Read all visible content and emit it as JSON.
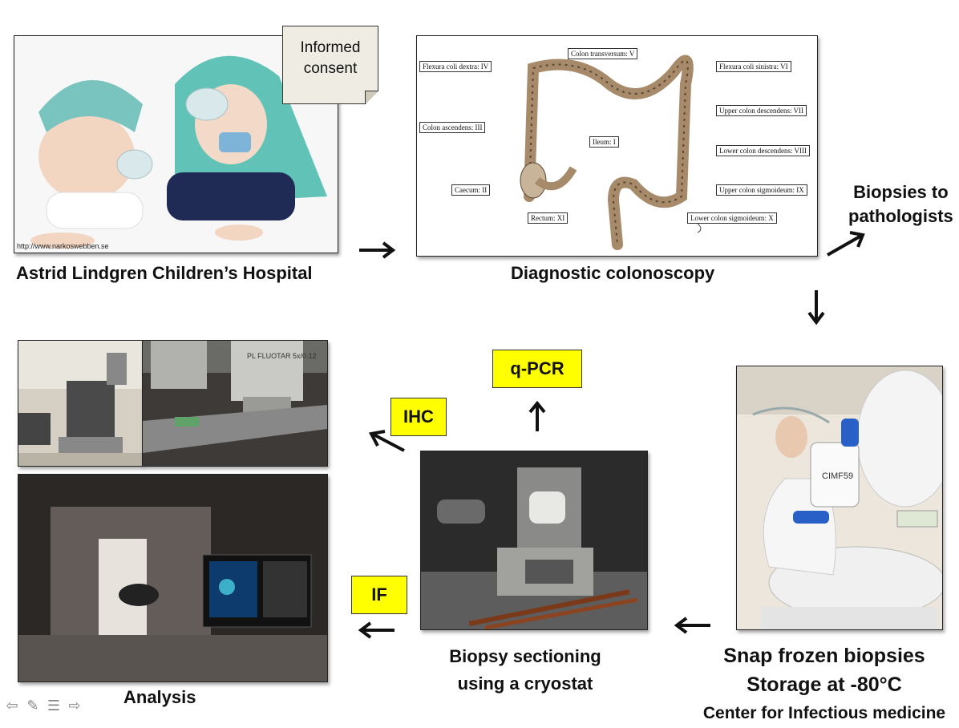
{
  "captions": {
    "hospital": "Astrid Lindgren Children’s Hospital",
    "colonoscopy": "Diagnostic colonoscopy",
    "biopsies_line1": "Biopsies to",
    "biopsies_line2": "pathologists",
    "snap_line1": "Snap frozen biopsies",
    "snap_line2": "Storage at -80°C",
    "snap_line3": "Center for Infectious medicine",
    "cryostat_line1": "Biopsy sectioning",
    "cryostat_line2": "using a cryostat",
    "analysis": "Analysis"
  },
  "note": {
    "line1": "Informed",
    "line2": "consent"
  },
  "url": "http://www.narkoswebben.se",
  "tags": {
    "qpcr": "q-PCR",
    "ihc": "IHC",
    "if": "IF"
  },
  "colon_labels": {
    "flexura_dextra": "Flexura coli dextra: IV",
    "transversum": "Colon transversum: V",
    "flexura_sinistra": "Flexura coli sinistra: VI",
    "ascendens": "Colon ascendens: III",
    "ileum": "Ileum: I",
    "upper_descendens": "Upper colon descendens: VII",
    "lower_descendens": "Lower colon descendens: VIII",
    "caecum": "Caecum: II",
    "upper_sigmoideum": "Upper colon sigmoideum: IX",
    "rectum": "Rectum: XI",
    "lower_sigmoideum": "Lower colon sigmoideum: X"
  },
  "photo_text": {
    "bucket": "CIMF59",
    "objective": "PL FLUOTAR 5x/0.12"
  },
  "nav_icons": [
    "back-arrow-icon",
    "pen-icon",
    "menu-icon",
    "forward-arrow-icon"
  ]
}
